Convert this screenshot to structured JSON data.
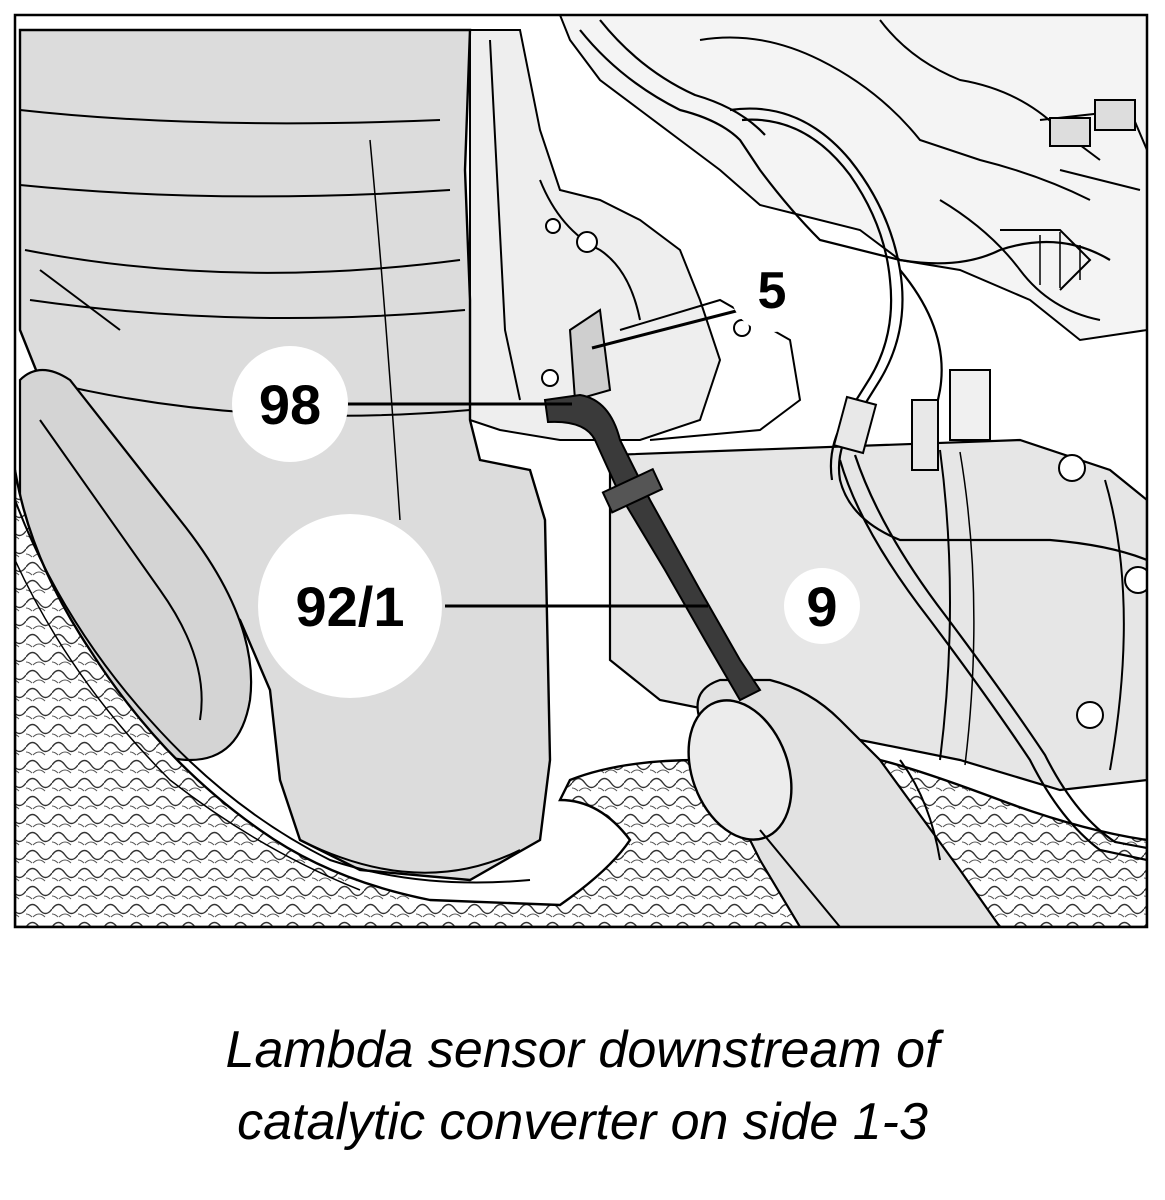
{
  "figure": {
    "callouts": {
      "c5": "5",
      "c98": "98",
      "c92_1": "92/1",
      "c9": "9"
    },
    "caption_line1": "Lambda sensor downstream of",
    "caption_line2": "catalytic converter on side 1-3"
  }
}
